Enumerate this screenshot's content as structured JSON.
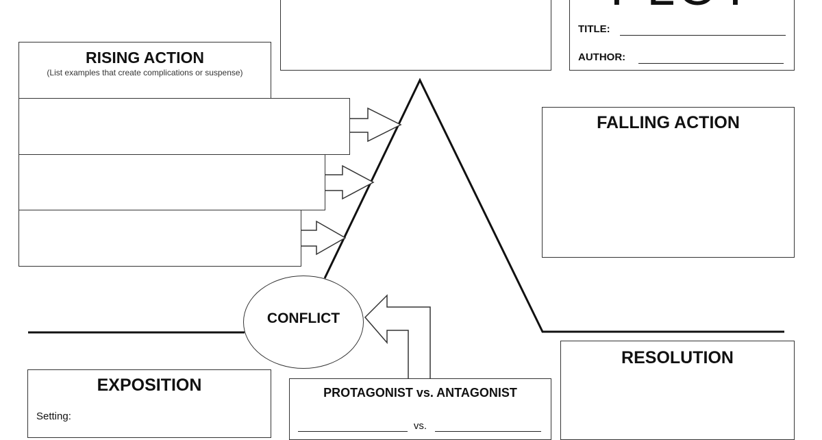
{
  "title_block": {
    "plot_heading": "PLOT",
    "title_label": "TITLE:",
    "author_label": "AUTHOR:"
  },
  "rising_action": {
    "heading": "RISING ACTION",
    "subheading": "(List examples that create complications or suspense)"
  },
  "falling_action": {
    "heading": "FALLING ACTION"
  },
  "conflict": {
    "label": "CONFLICT"
  },
  "exposition": {
    "heading": "EXPOSITION",
    "setting_label": "Setting:"
  },
  "protagonist": {
    "heading": "PROTAGONIST vs. ANTAGONIST",
    "vs_label": "vs."
  },
  "resolution": {
    "heading": "RESOLUTION"
  }
}
